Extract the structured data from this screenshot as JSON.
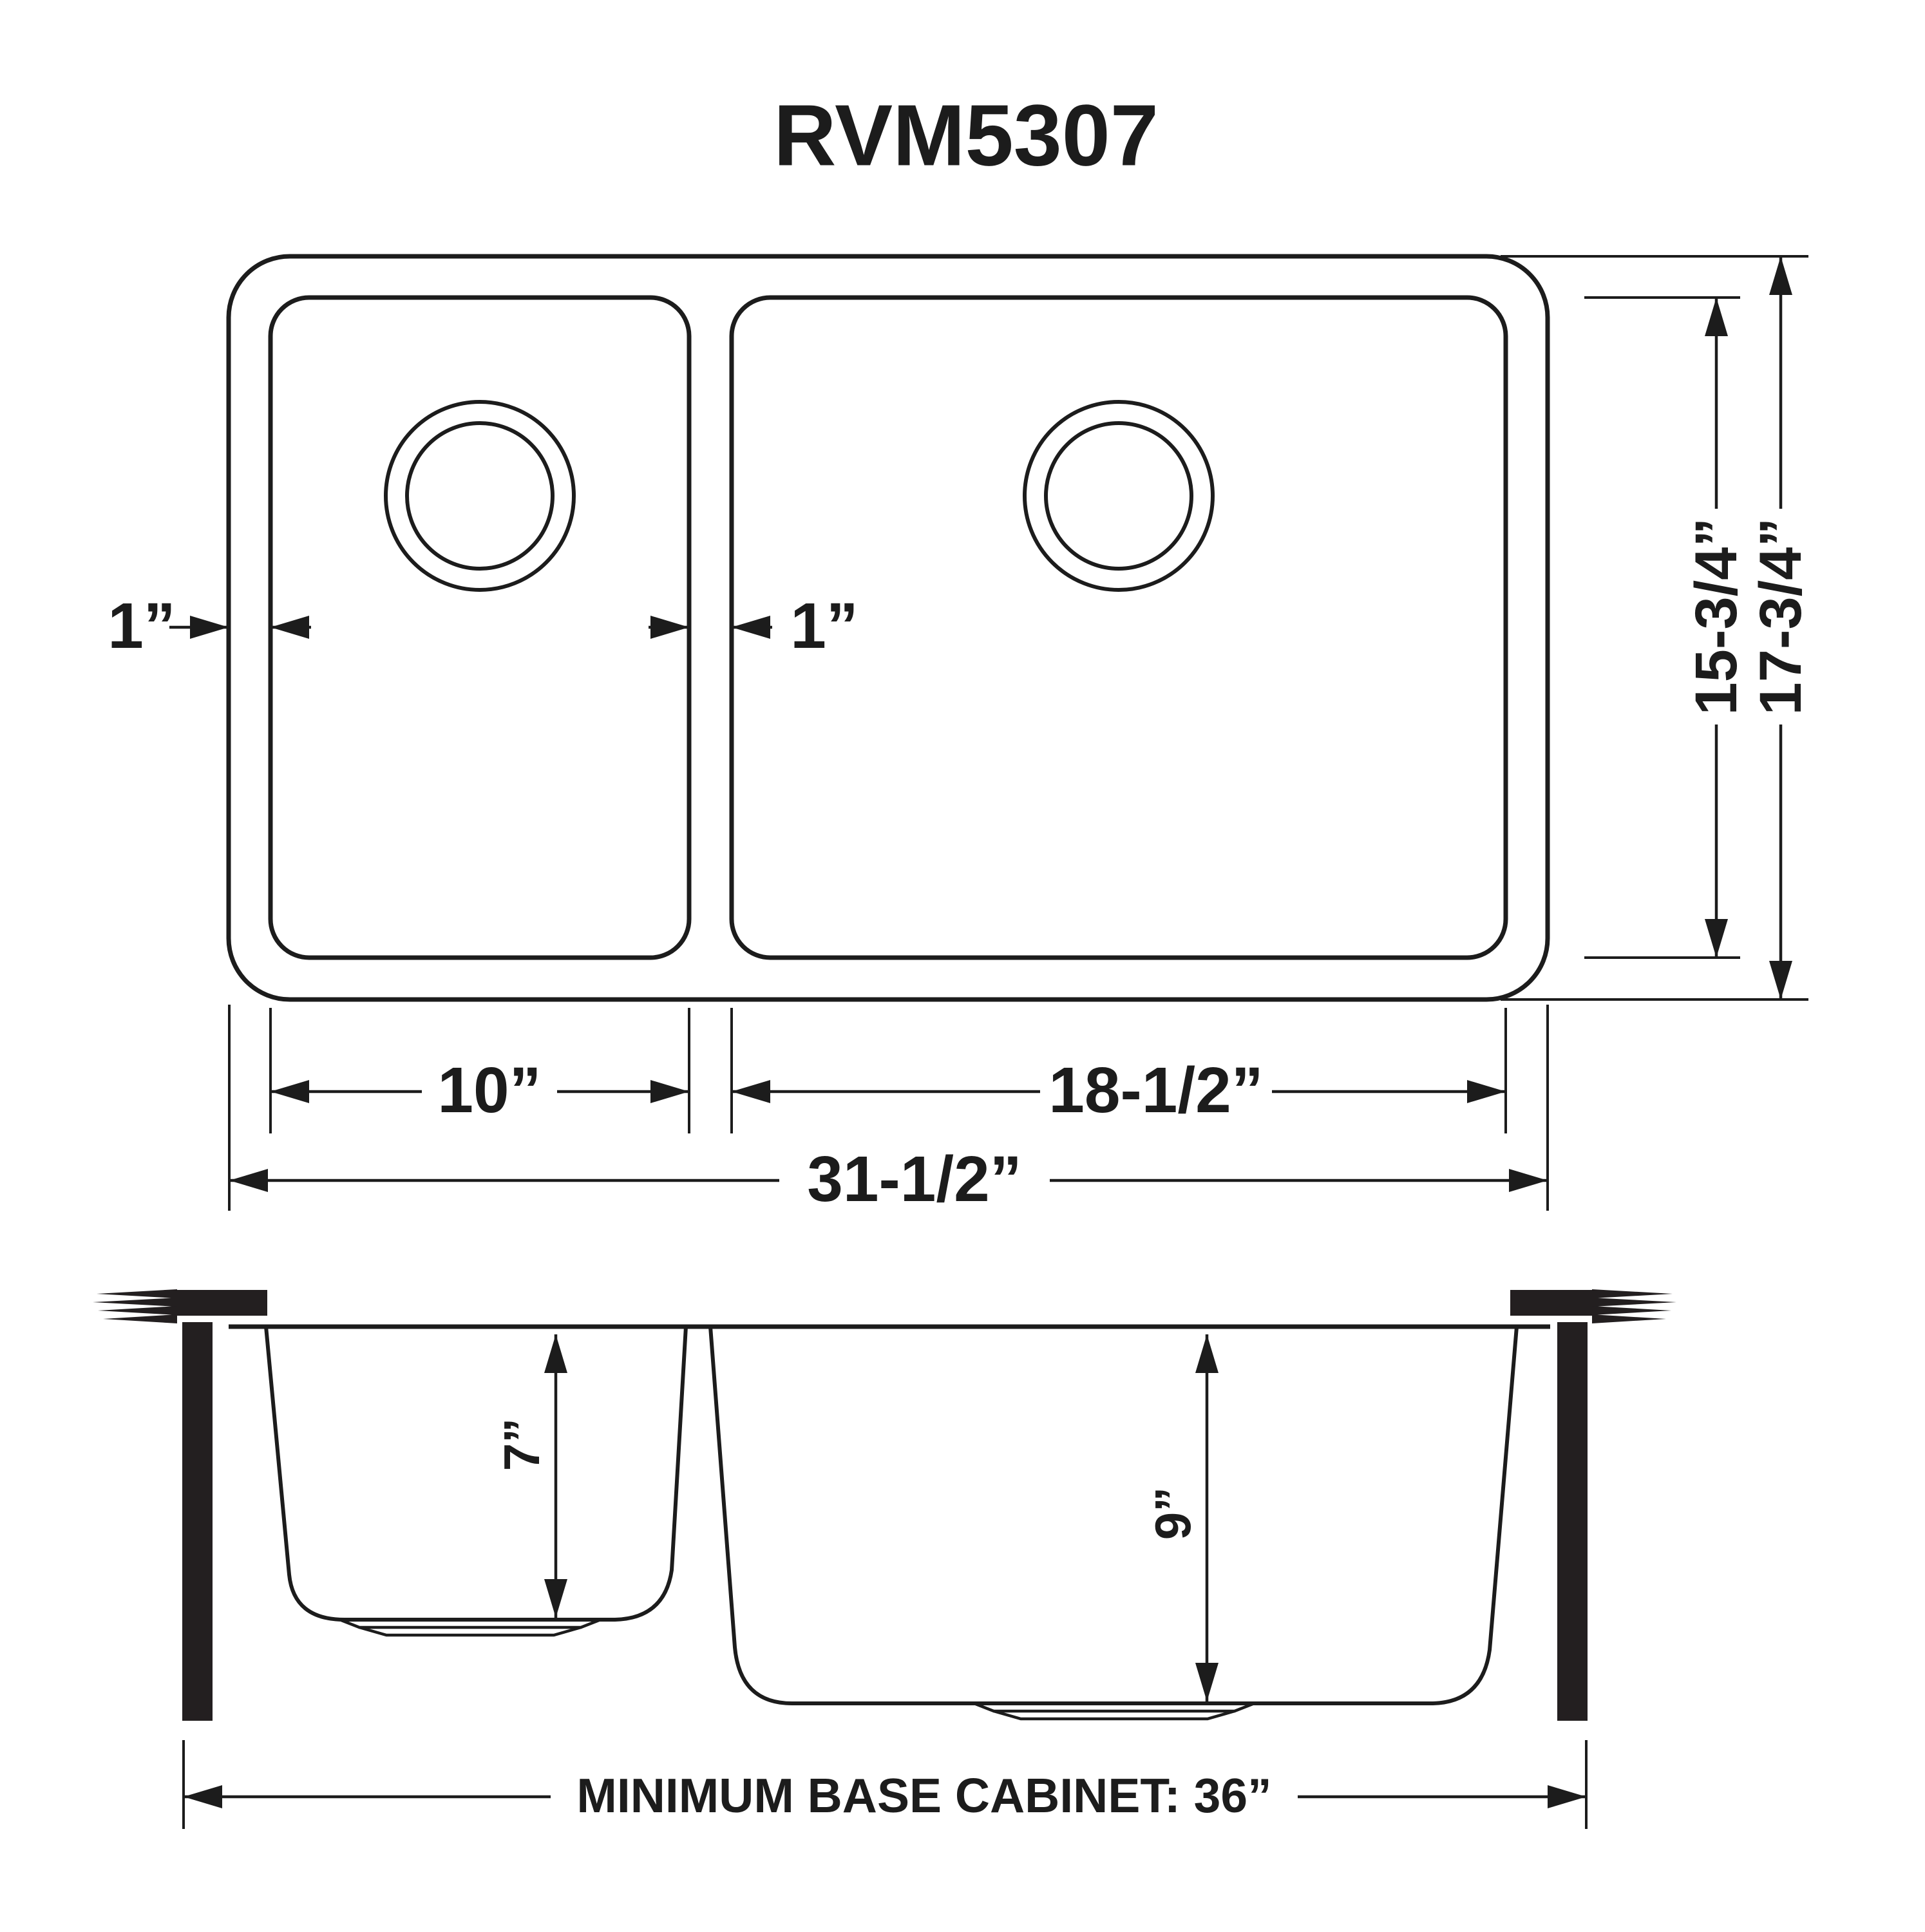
{
  "title": "RVM5307",
  "top_view": {
    "left_rim_width": "1”",
    "divider_width": "1”",
    "small_bowl_width": "10”",
    "large_bowl_width": "18-1/2”",
    "overall_width": "31-1/2”",
    "bowl_front_to_back": "15-3/4”",
    "overall_front_to_back": "17-3/4”"
  },
  "side_view": {
    "small_bowl_depth": "7”",
    "large_bowl_depth": "9”",
    "base_cabinet_note": "MINIMUM BASE CABINET: 36”"
  },
  "colors": {
    "ink": "#1c1c1c",
    "background": "#ffffff"
  }
}
